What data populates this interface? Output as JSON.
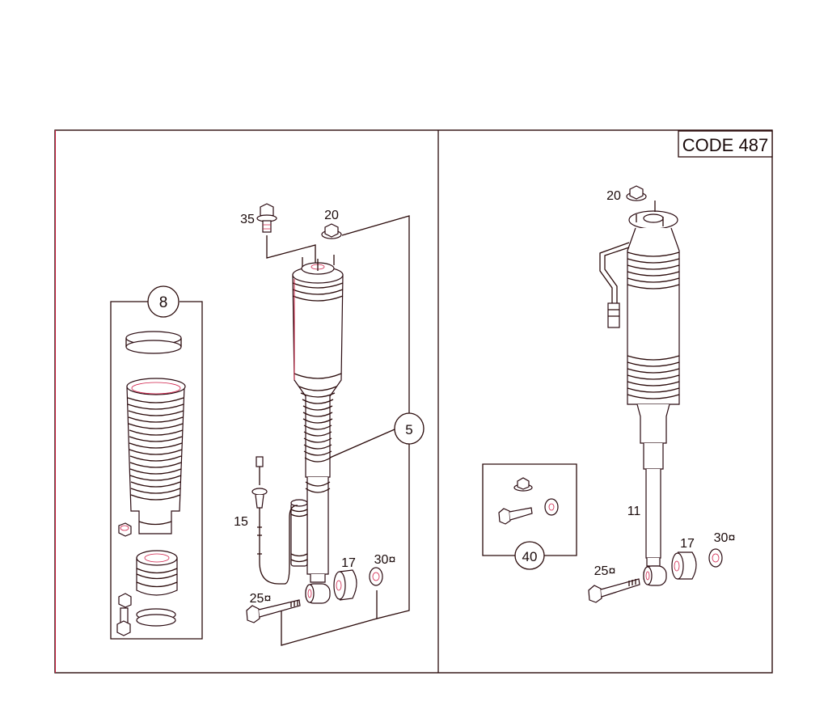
{
  "diagram": {
    "code_label": "CODE 487",
    "colors": {
      "line": "#2a0a0a",
      "accent": "#c2183a",
      "background": "#ffffff"
    },
    "left_panel": {
      "callouts": [
        {
          "id": "35",
          "text": "35"
        },
        {
          "id": "20",
          "text": "20"
        },
        {
          "id": "8",
          "text": "8",
          "circled": true
        },
        {
          "id": "5",
          "text": "5",
          "circled": true
        },
        {
          "id": "15",
          "text": "15"
        },
        {
          "id": "17",
          "text": "17"
        },
        {
          "id": "30",
          "text": "30¤"
        },
        {
          "id": "25",
          "text": "25¤"
        }
      ]
    },
    "right_panel": {
      "callouts": [
        {
          "id": "20",
          "text": "20"
        },
        {
          "id": "11",
          "text": "11"
        },
        {
          "id": "17",
          "text": "17"
        },
        {
          "id": "30",
          "text": "30¤"
        },
        {
          "id": "25",
          "text": "25¤"
        },
        {
          "id": "40",
          "text": "40",
          "circled": true
        }
      ]
    }
  }
}
